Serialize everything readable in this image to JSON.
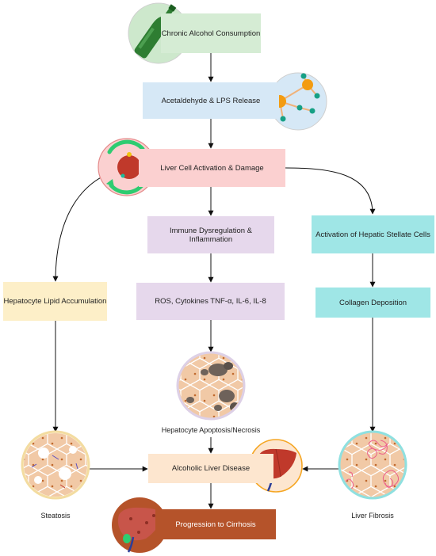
{
  "nodes": {
    "alcohol": "Chronic Alcohol Consumption",
    "acetaldehyde": "Acetaldehyde & LPS Release",
    "liver_cell": "Liver Cell Activation & Damage",
    "immune": "Immune Dysregulation & Inflammation",
    "stellate": "Activation of Hepatic Stellate Cells",
    "lipid": "Hepatocyte Lipid Accumulation",
    "ros": "ROS, Cytokines TNF-α, IL-6, IL-8",
    "collagen": "Collagen Deposition",
    "ald": "Alcoholic Liver Disease",
    "cirrhosis": "Progression to Cirrhosis"
  },
  "captions": {
    "apoptosis": "Hepatocyte Apoptosis/Necrosis",
    "steatosis": "Steatosis",
    "fibrosis": "Liver Fibrosis"
  },
  "colors": {
    "alcohol": "#d5ecd4",
    "acetaldehyde": "#d6e8f6",
    "liver_cell": "#fbd0d0",
    "immune_ros": "#e6d8ec",
    "stellate_collagen": "#9fe6e6",
    "lipid": "#fdefc8",
    "ald": "#fde6cf",
    "cirrhosis": "#b5532a"
  }
}
